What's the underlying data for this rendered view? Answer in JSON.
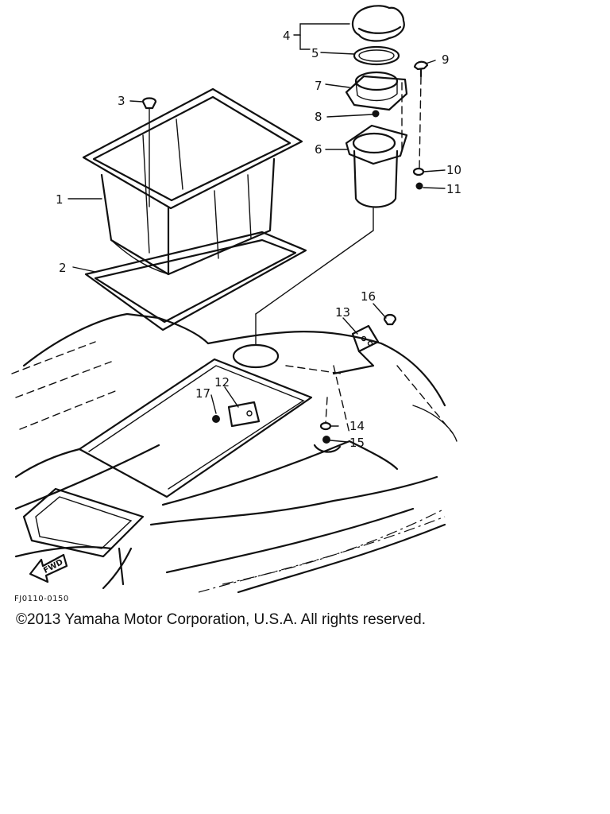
{
  "callouts": {
    "c1": "1",
    "c2": "2",
    "c3": "3",
    "c4": "4",
    "c5": "5",
    "c6": "6",
    "c7": "7",
    "c8": "8",
    "c9": "9",
    "c10": "10",
    "c11": "11",
    "c12": "12",
    "c13": "13",
    "c14": "14",
    "c15": "15",
    "c16": "16",
    "c17": "17"
  },
  "diagram_code": "FJ0110-0150",
  "fwd_label": "FWD",
  "copyright": "©2013 Yamaha Motor Corporation, U.S.A. All rights reserved."
}
